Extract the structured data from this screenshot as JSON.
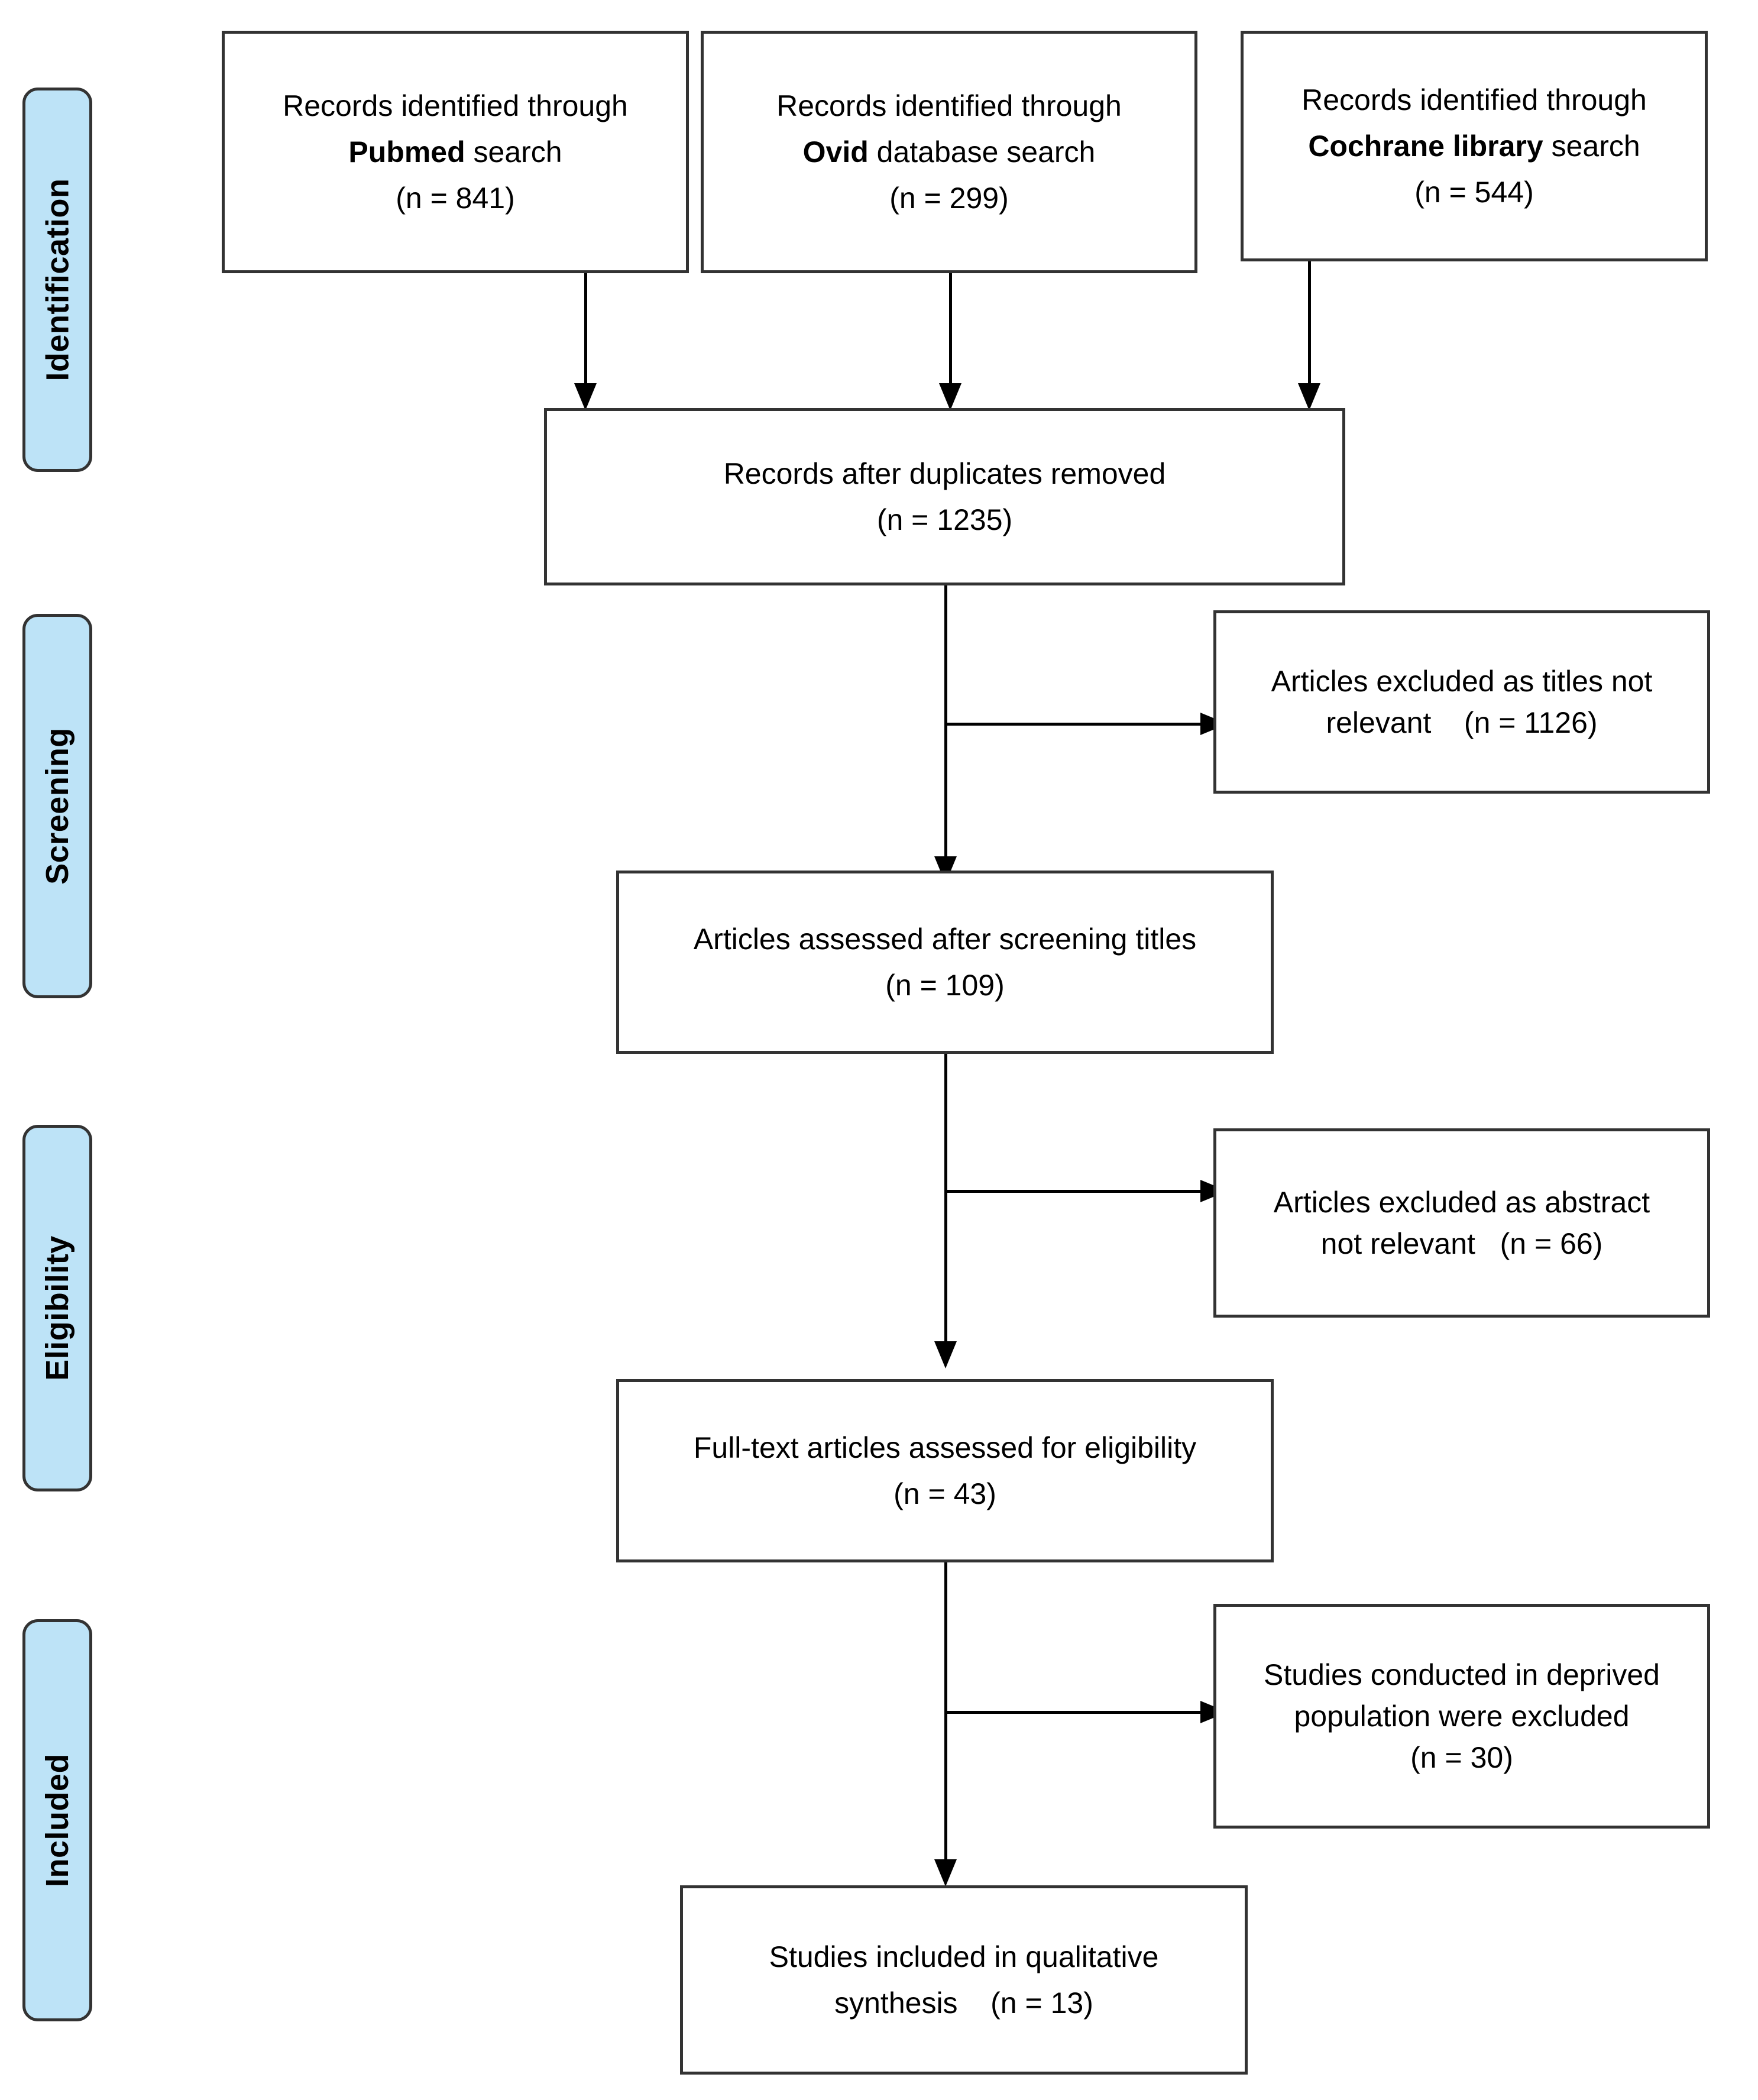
{
  "diagram": {
    "type": "prisma-flow-diagram",
    "stages": [
      {
        "id": "identification",
        "label": "Identification"
      },
      {
        "id": "screening",
        "label": "Screening"
      },
      {
        "id": "eligibility",
        "label": "Eligibility"
      },
      {
        "id": "included",
        "label": "Included"
      }
    ],
    "boxes": {
      "pubmed": {
        "line1": "Records identified through",
        "line2_bold": "Pubmed",
        "line2_rest": " search",
        "count": "(n = 841)"
      },
      "ovid": {
        "line1": "Records identified through",
        "line2_bold": "Ovid",
        "line2_rest": " database search",
        "count": "(n = 299)"
      },
      "cochrane": {
        "line1": "Records identified through",
        "line2_bold": "Cochrane library",
        "line2_rest": " search",
        "count": "(n = 544)"
      },
      "duplicates_removed": {
        "line1": "Records after duplicates removed",
        "count": "(n = 1235)"
      },
      "excluded_titles": {
        "line1": "Articles excluded as titles not",
        "line2": "relevant",
        "count": "(n = 1126)"
      },
      "assessed_titles": {
        "line1": "Articles assessed after screening titles",
        "count": "(n = 109)"
      },
      "excluded_abstract": {
        "line1": "Articles  excluded  as  abstract",
        "line2": "not relevant",
        "count": "(n = 66)"
      },
      "fulltext_eligibility": {
        "line1": "Full-text articles assessed for eligibility",
        "count": "(n = 43)"
      },
      "excluded_deprived": {
        "line1": "Studies conducted in deprived",
        "line2": "population were excluded",
        "count": "(n = 30)"
      },
      "included_qualitative": {
        "line1": "Studies included in qualitative",
        "line2": "synthesis",
        "count": "(n = 13)"
      }
    },
    "colors": {
      "stage_fill": "#BDE3F7",
      "border": "#333333",
      "connector": "#000000",
      "box_fill": "#FFFFFF",
      "text": "#000000"
    }
  }
}
